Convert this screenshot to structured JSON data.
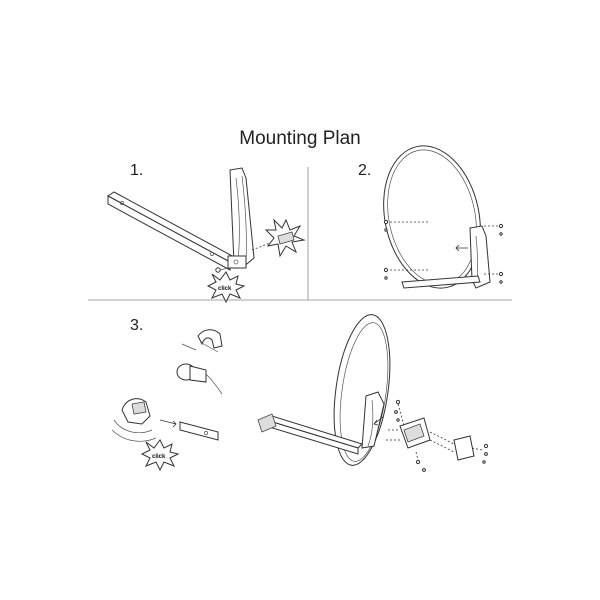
{
  "title": "Mounting Plan",
  "steps": [
    {
      "number": "1.",
      "callout": "click"
    },
    {
      "number": "2."
    },
    {
      "number": "3.",
      "callout": "click"
    }
  ],
  "icons": [
    "starburst-icon",
    "arrow-icon",
    "screw-icon",
    "bolt-icon",
    "wrench-icon"
  ]
}
